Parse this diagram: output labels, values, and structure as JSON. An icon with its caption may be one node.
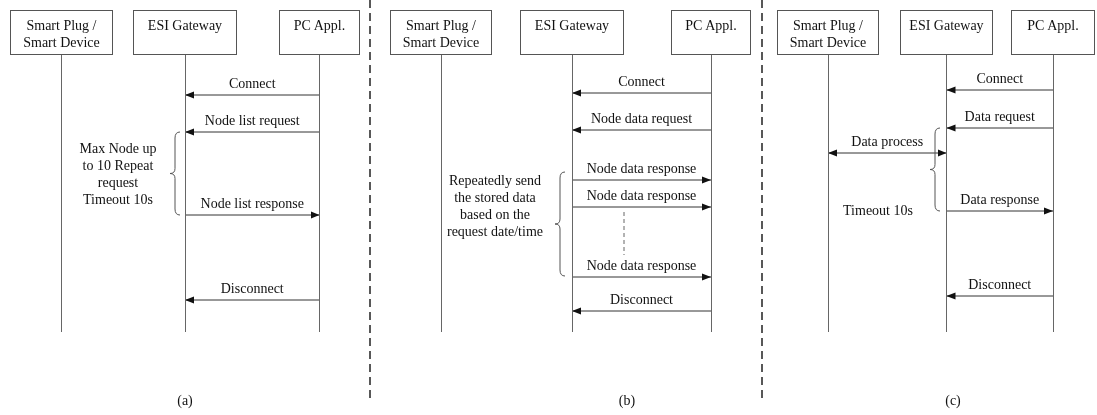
{
  "diagram": {
    "nodes": [
      {
        "text": [
          "Smart Plug / Smart Device"
        ]
      },
      {
        "text": [
          "ESI Gateway"
        ]
      },
      {
        "text": [
          "PC Appl."
        ]
      },
      {
        "text": [
          "Smart Plug / Smart Device"
        ]
      },
      {
        "text": [
          "ESI Gateway"
        ]
      },
      {
        "text": [
          "PC Appl."
        ]
      },
      {
        "text": [
          "Smart Plug / Smart Device"
        ]
      },
      {
        "text": [
          "ESI Gateway"
        ]
      },
      {
        "text": [
          "PC Appl."
        ]
      }
    ],
    "edges": [
      {
        "from": 2,
        "to": 1,
        "arrow": "to",
        "label": "Connect"
      },
      {
        "from": 2,
        "to": 1,
        "arrow": "to",
        "label": "Node list request"
      },
      {
        "from": 1,
        "to": 2,
        "arrow": "to",
        "label": "Node list response"
      },
      {
        "from": 2,
        "to": 1,
        "arrow": "to",
        "label": "Disconnect"
      },
      {
        "from": 5,
        "to": 4,
        "arrow": "to",
        "label": "Connect"
      },
      {
        "from": 5,
        "to": 4,
        "arrow": "to",
        "label": "Node data request"
      },
      {
        "from": 4,
        "to": 5,
        "arrow": "to",
        "label": "Node data response"
      },
      {
        "from": 4,
        "to": 5,
        "arrow": "to",
        "label": "Node data response"
      },
      {
        "from": 4,
        "to": 5,
        "arrow": "to",
        "label": "Node data response"
      },
      {
        "from": 5,
        "to": 4,
        "arrow": "to",
        "label": "Disconnect"
      },
      {
        "from": 8,
        "to": 7,
        "arrow": "to",
        "label": "Connect"
      },
      {
        "from": 8,
        "to": 7,
        "arrow": "to",
        "label": "Data request"
      },
      {
        "from": 6,
        "to": 7,
        "arrow": "both",
        "label": "Data process"
      },
      {
        "from": 7,
        "to": 8,
        "arrow": "to",
        "label": "Data response"
      },
      {
        "from": 8,
        "to": 7,
        "arrow": "to",
        "label": "Disconnect"
      }
    ],
    "labels": [
      "Max Node up to 10 Repeat request Timeout 10s",
      "Repeatedly send the stored data based on the request date/time",
      "Timeout 10s",
      "(a)",
      "(b)",
      "(c)"
    ]
  }
}
